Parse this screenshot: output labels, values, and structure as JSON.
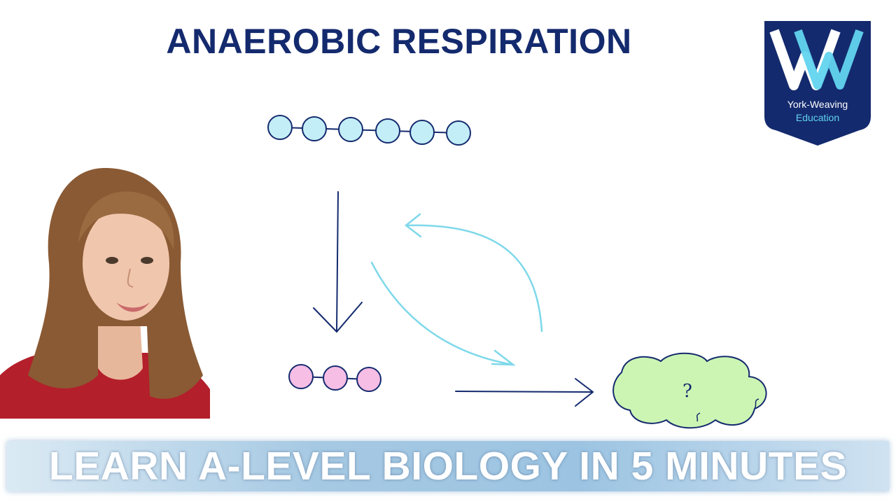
{
  "title": "ANAEROBIC RESPIRATION",
  "logo": {
    "line1": "York-Weaving",
    "line2": "Education",
    "shield_color": "#142a6e",
    "accent_color": "#62d4ef"
  },
  "diagram": {
    "glucose_molecule": {
      "circle_count": 6,
      "fill": "#c4eef7"
    },
    "pyruvate_molecule": {
      "circle_count": 3,
      "fill": "#f6bde5"
    },
    "product_cloud": {
      "label": "?",
      "fill": "#ccf5b4"
    },
    "line_color": "#142a6e",
    "cycle_arrow_color": "#7ed8ea"
  },
  "banner": {
    "text": "LEARN A-LEVEL BIOLOGY IN 5 MINUTES"
  }
}
